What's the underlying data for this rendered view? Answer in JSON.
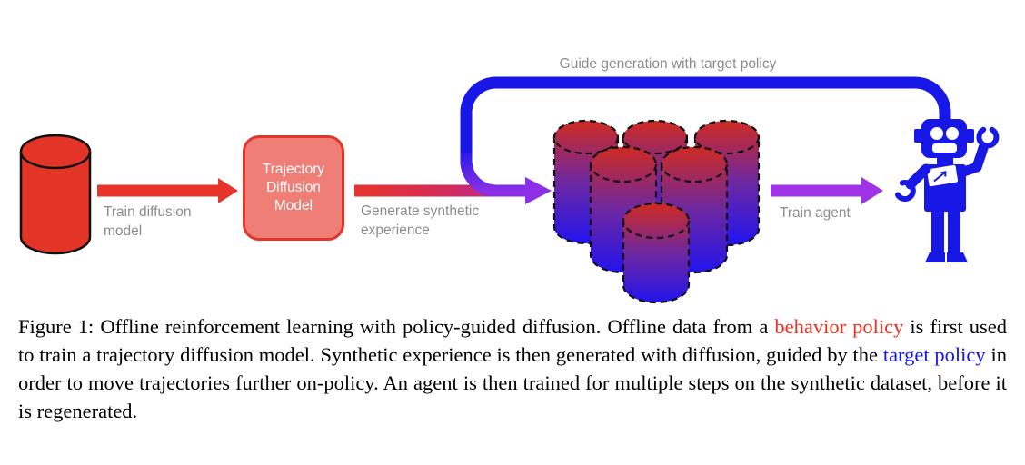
{
  "figure": {
    "labels": {
      "train_diffusion_model": "Train diffusion model",
      "trajectory_box": "Trajectory Diffusion Model",
      "generate_synthetic": "Generate synthetic experience",
      "guide_generation": "Guide generation with target policy",
      "train_agent": "Train agent"
    },
    "icons": {
      "offline_data": "database-cylinder-icon",
      "synthetic_data": "dashed-cylinder-cluster-icon",
      "agent": "robot-icon"
    },
    "colors": {
      "red": "#e23528",
      "box_fill": "#ef7f76",
      "box_border": "#e4342a",
      "blue": "#1717e6",
      "purple": "#a132e8",
      "gradient_mid": "#d02b5e",
      "gradient_end": "#8d2fe6",
      "label_gray": "#8c8c8c",
      "cylinder_top": "#d02a1f",
      "cylinder_bottom": "#2013ef",
      "caption_red": "#ee2e1f",
      "caption_blue": "#1414ee"
    }
  },
  "caption": {
    "segments": [
      {
        "text": "Figure 1: Offline reinforcement learning with policy-guided diffusion. Offline data from a ",
        "color": "black"
      },
      {
        "text": "behavior policy",
        "color": "red"
      },
      {
        "text": " is first used to train a trajectory diffusion model. Synthetic experience is then generated with diffusion, guided by the ",
        "color": "black"
      },
      {
        "text": "target policy",
        "color": "blue"
      },
      {
        "text": " in order to move trajectories further on-policy. An agent is then trained for multiple steps on the synthetic dataset, before it is regenerated.",
        "color": "black"
      }
    ]
  }
}
